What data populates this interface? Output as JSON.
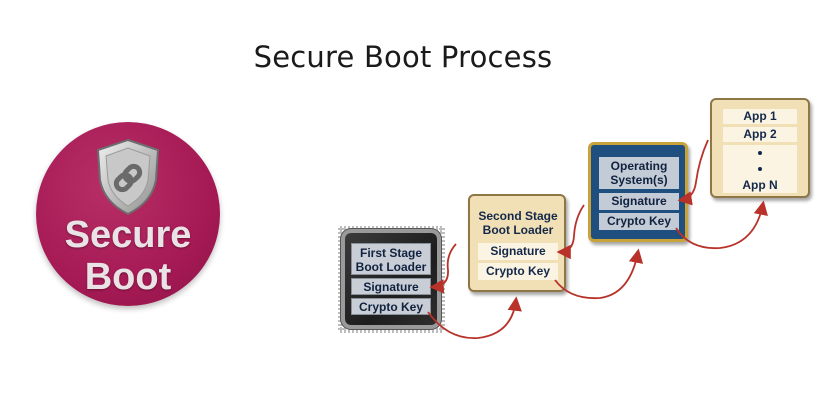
{
  "title": "Secure Boot Process",
  "logo": {
    "line1": "Secure",
    "line2": "Boot",
    "icon": "shield-link-icon"
  },
  "stages": {
    "first": {
      "name": "First Stage\nBoot Loader",
      "signature": "Signature",
      "key": "Crypto Key"
    },
    "second": {
      "name": "Second Stage\nBoot Loader",
      "signature": "Signature",
      "key": "Crypto Key"
    },
    "os": {
      "name": "Operating\nSystem(s)",
      "signature": "Signature",
      "key": "Crypto Key"
    },
    "apps": {
      "app1": "App 1",
      "app2": "App 2",
      "appN": "App N"
    }
  },
  "colors": {
    "logo": "#a61a55",
    "arrow": "#b8322a",
    "cream": "#f1dfb6",
    "navy": "#1f4f7f",
    "gold": "#c9a23a"
  }
}
